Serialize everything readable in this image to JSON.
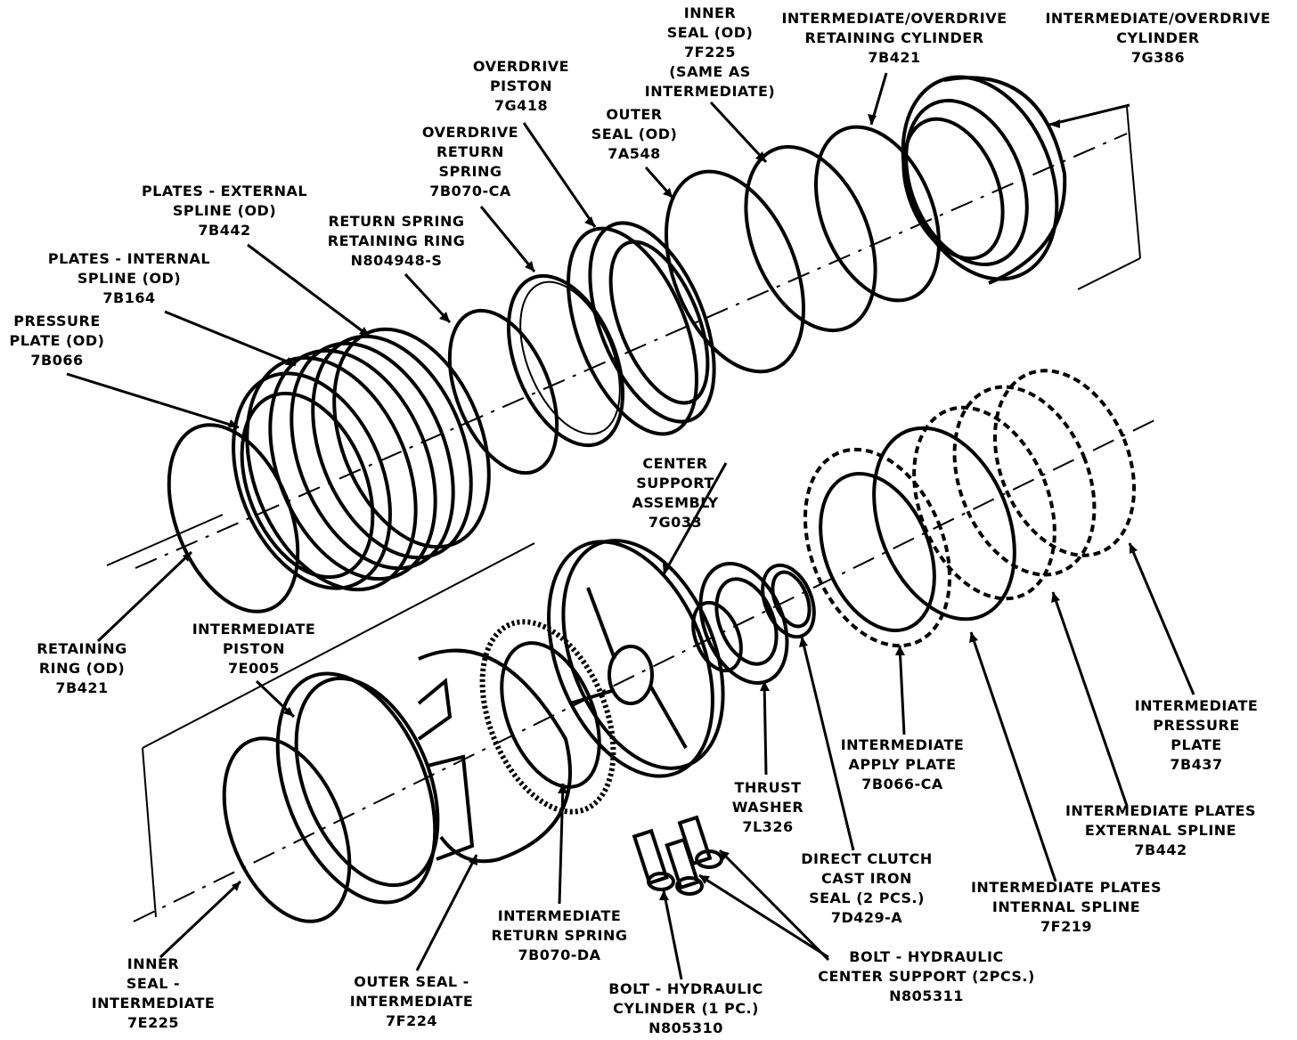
{
  "labels": {
    "inner_seal_od": [
      "INNER",
      "SEAL (OD)",
      "7F225",
      "(SAME AS",
      "INTERMEDIATE)"
    ],
    "int_od_retaining_cylinder": [
      "INTERMEDIATE/OVERDRIVE",
      "RETAINING CYLINDER",
      "7B421"
    ],
    "int_od_cylinder": [
      "INTERMEDIATE/OVERDRIVE",
      "CYLINDER",
      "7G386"
    ],
    "overdrive_piston": [
      "OVERDRIVE",
      "PISTON",
      "7G418"
    ],
    "outer_seal_od": [
      "OUTER",
      "SEAL (OD)",
      "7A548"
    ],
    "overdrive_return_spring": [
      "OVERDRIVE",
      "RETURN",
      "SPRING",
      "7B070-CA"
    ],
    "plates_external_spline_od": [
      "PLATES - EXTERNAL",
      "SPLINE (OD)",
      "7B442"
    ],
    "return_spring_retaining_ring": [
      "RETURN SPRING",
      "RETAINING RING",
      "N804948-S"
    ],
    "plates_internal_spline_od": [
      "PLATES - INTERNAL",
      "SPLINE (OD)",
      "7B164"
    ],
    "pressure_plate_od": [
      "PRESSURE",
      "PLATE (OD)",
      "7B066"
    ],
    "center_support_assembly": [
      "CENTER",
      "SUPPORT",
      "ASSEMBLY",
      "7G033"
    ],
    "retaining_ring_od": [
      "RETAINING",
      "RING (OD)",
      "7B421"
    ],
    "intermediate_piston": [
      "INTERMEDIATE",
      "PISTON",
      "7E005"
    ],
    "intermediate_pressure_plate": [
      "INTERMEDIATE",
      "PRESSURE",
      "PLATE",
      "7B437"
    ],
    "intermediate_apply_plate": [
      "INTERMEDIATE",
      "APPLY PLATE",
      "7B066-CA"
    ],
    "thrust_washer": [
      "THRUST",
      "WASHER",
      "7L326"
    ],
    "intermediate_plates_external_spline": [
      "INTERMEDIATE PLATES",
      "EXTERNAL SPLINE",
      "7B442"
    ],
    "direct_clutch_cast_iron_seal": [
      "DIRECT CLUTCH",
      "CAST IRON",
      "SEAL (2 PCS.)",
      "7D429-A"
    ],
    "intermediate_plates_internal_spline": [
      "INTERMEDIATE PLATES",
      "INTERNAL SPLINE",
      "7F219"
    ],
    "intermediate_return_spring": [
      "INTERMEDIATE",
      "RETURN SPRING",
      "7B070-DA"
    ],
    "bolt_hydraulic_center_support": [
      "BOLT - HYDRAULIC",
      "CENTER SUPPORT (2PCS.)",
      "N805311"
    ],
    "inner_seal_intermediate": [
      "INNER",
      "SEAL -",
      "INTERMEDIATE",
      "7E225"
    ],
    "outer_seal_intermediate": [
      "OUTER SEAL -",
      "INTERMEDIATE",
      "7F224"
    ],
    "bolt_hydraulic_cylinder": [
      "BOLT - HYDRAULIC",
      "CYLINDER (1 PC.)",
      "N805310"
    ]
  }
}
